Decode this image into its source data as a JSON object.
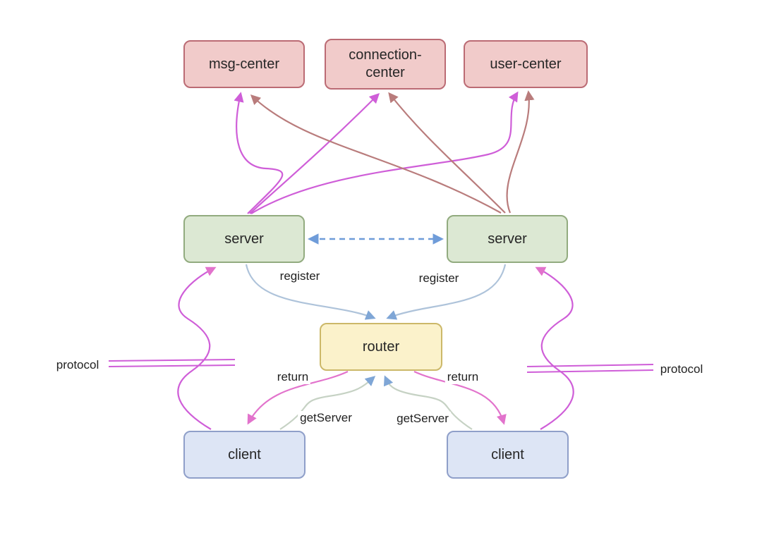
{
  "diagram": {
    "nodes": {
      "msg_center": {
        "label": "msg-center"
      },
      "connection_center": {
        "label": "connection-center"
      },
      "user_center": {
        "label": "user-center"
      },
      "server_left": {
        "label": "server"
      },
      "server_right": {
        "label": "server"
      },
      "router": {
        "label": "router"
      },
      "client_left": {
        "label": "client"
      },
      "client_right": {
        "label": "client"
      }
    },
    "edge_labels": {
      "register_left": "register",
      "register_right": "register",
      "return_left": "return",
      "return_right": "return",
      "getserver_left": "getServer",
      "getserver_right": "getServer",
      "protocol_left": "protocol",
      "protocol_right": "protocol"
    },
    "edges": [
      {
        "from": "server_left",
        "to": "msg_center",
        "style": "curved-arrow",
        "color": "magenta"
      },
      {
        "from": "server_left",
        "to": "connection_center",
        "style": "curved-arrow",
        "color": "magenta"
      },
      {
        "from": "server_left",
        "to": "user_center",
        "style": "curved-arrow",
        "color": "magenta"
      },
      {
        "from": "server_right",
        "to": "msg_center",
        "style": "curved-arrow",
        "color": "rose"
      },
      {
        "from": "server_right",
        "to": "connection_center",
        "style": "curved-arrow",
        "color": "rose"
      },
      {
        "from": "server_right",
        "to": "user_center",
        "style": "curved-arrow",
        "color": "rose"
      },
      {
        "from": "server_left",
        "to": "server_right",
        "style": "dashed-double-arrow",
        "color": "blue_dash"
      },
      {
        "from": "server_left",
        "to": "router",
        "label": "register",
        "color": "register_line"
      },
      {
        "from": "server_right",
        "to": "router",
        "label": "register",
        "color": "register_line"
      },
      {
        "from": "router",
        "to": "client_left",
        "label": "return",
        "color": "return_pink"
      },
      {
        "from": "router",
        "to": "client_right",
        "label": "return",
        "color": "return_pink"
      },
      {
        "from": "client_left",
        "to": "router",
        "label": "getServer",
        "color": "getserver_line"
      },
      {
        "from": "client_right",
        "to": "router",
        "label": "getServer",
        "color": "getserver_line"
      },
      {
        "from": "client_left",
        "to": "server_left",
        "label": "protocol",
        "color": "magenta"
      },
      {
        "from": "client_right",
        "to": "server_right",
        "label": "protocol",
        "color": "magenta"
      }
    ],
    "colors": {
      "center_fill": "#f1cbca",
      "center_border": "#bb6b74",
      "server_fill": "#dce8d3",
      "server_border": "#92ab7f",
      "router_fill": "#fbf2cb",
      "router_border": "#ccb869",
      "client_fill": "#dde5f5",
      "client_border": "#8f9fc9",
      "magenta": "#cf5ed8",
      "rose": "#b97c7c",
      "blue_dash": "#6f9cd9",
      "register_line": "#aec3da",
      "arrow_blue": "#7fa6d6",
      "return_pink": "#e273cc",
      "getserver_line": "#c6d2c4",
      "text": "#262626"
    }
  }
}
